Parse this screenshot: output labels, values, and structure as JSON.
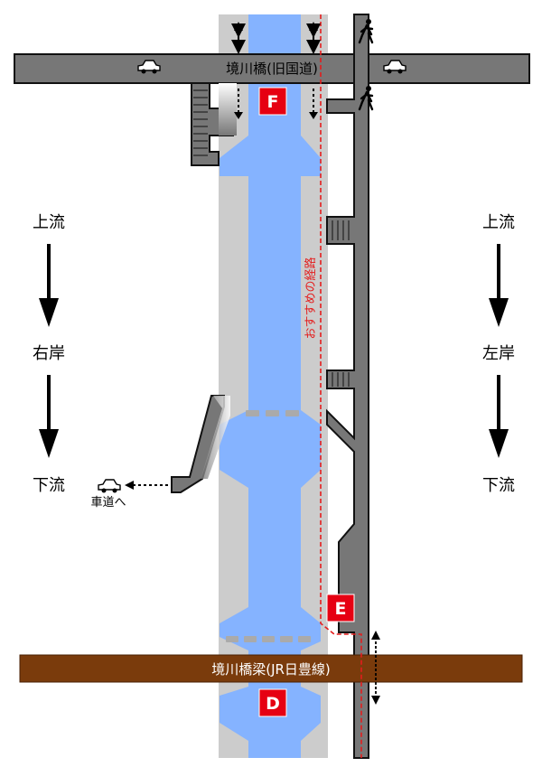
{
  "road_top": {
    "label": "境川橋(旧国道)"
  },
  "bridge_bottom": {
    "label": "境川橋梁(JR日豊線)"
  },
  "left_bank": {
    "upstream": "上流",
    "bank": "右岸",
    "downstream": "下流"
  },
  "right_bank": {
    "upstream": "上流",
    "bank": "左岸",
    "downstream": "下流"
  },
  "route": {
    "label": "おすすめの経路",
    "color": "#e41d1d"
  },
  "exits": [
    {
      "label": "F"
    },
    {
      "label": "E"
    },
    {
      "label": "D"
    }
  ],
  "to_roadway": {
    "label": "車道へ"
  },
  "icons": [
    "car-icon",
    "pedestrian-icon",
    "double-arrow-icon",
    "dotted-arrow-icon"
  ],
  "colors": {
    "water": "#85b3ff",
    "bank": "#cccccc",
    "road": "#777777",
    "bridge": "#7a3b0c",
    "exit": "#e60012"
  }
}
